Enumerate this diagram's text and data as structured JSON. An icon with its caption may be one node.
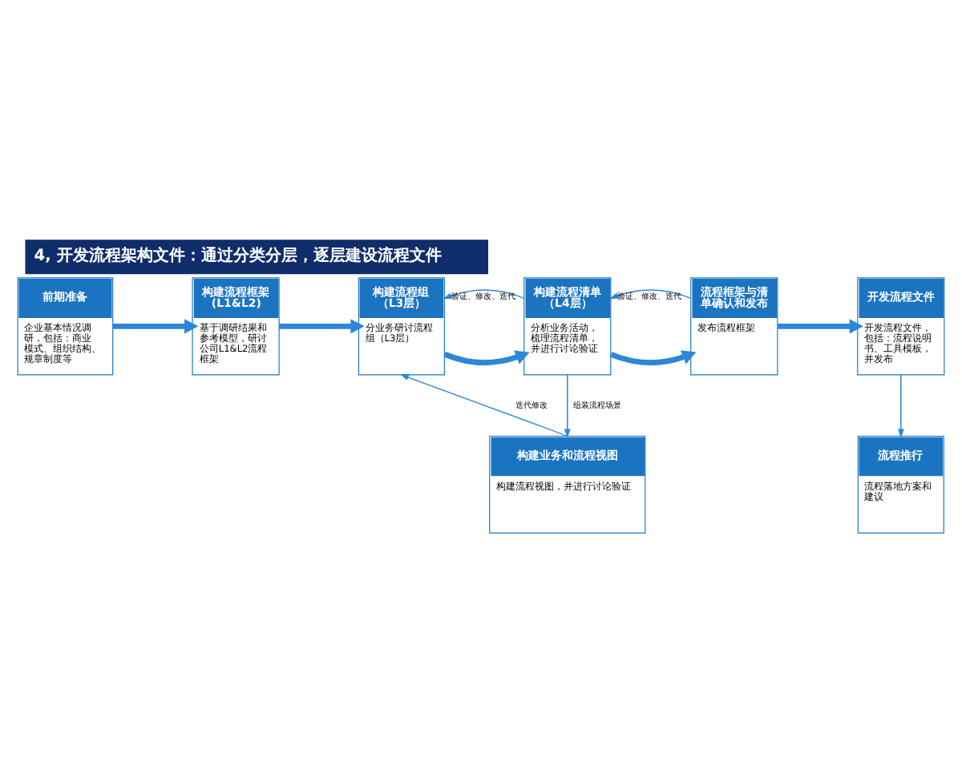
{
  "diagram": {
    "title": "4, 开发流程架构文件：通过分类分层，逐层建设流程文件",
    "nodes": [
      {
        "text": [
          "前期准备",
          "企业基本情况调研，包括：商业模式、组织结构、规章制度等"
        ]
      },
      {
        "text": [
          "构建流程框架(L1&L2)",
          "基于调研结果和参考模型，研讨公司L1&L2流程框架"
        ]
      },
      {
        "text": [
          "构建流程组（L3层）",
          "分业务研讨流程组（L3层）"
        ]
      },
      {
        "text": [
          "构建流程清单（L4层）",
          "分析业务活动，梳理流程清单，并进行讨论验证"
        ]
      },
      {
        "text": [
          "流程框架与清单确认和发布",
          "发布流程框架"
        ]
      },
      {
        "text": [
          "开发流程文件",
          "开发流程文件，包括：流程说明书、工具模板，并发布"
        ]
      },
      {
        "text": [
          "构建业务和流程视图",
          "构建流程视图，并进行讨论验证"
        ]
      },
      {
        "text": [
          "流程推行",
          "流程落地方案和建议"
        ]
      }
    ],
    "edges": [
      {
        "from": 0,
        "to": 1,
        "arrow": "to",
        "style": "thick"
      },
      {
        "from": 1,
        "to": 2,
        "arrow": "to",
        "style": "thick"
      },
      {
        "from": 2,
        "to": 3,
        "arrow": "to",
        "style": "thick"
      },
      {
        "from": 3,
        "to": 4,
        "arrow": "to",
        "style": "thick"
      },
      {
        "from": 4,
        "to": 5,
        "arrow": "to",
        "style": "thick"
      },
      {
        "from": 3,
        "to": 2,
        "arrow": "to",
        "label": "验证、修改、迭代"
      },
      {
        "from": 4,
        "to": 3,
        "arrow": "to",
        "label": "验证、修改、迭代"
      },
      {
        "from": 6,
        "to": 2,
        "arrow": "to",
        "label": "迭代修改"
      },
      {
        "from": 3,
        "to": 6,
        "arrow": "to",
        "label": "组装流程场景"
      },
      {
        "from": 5,
        "to": 7,
        "arrow": "to"
      }
    ]
  }
}
